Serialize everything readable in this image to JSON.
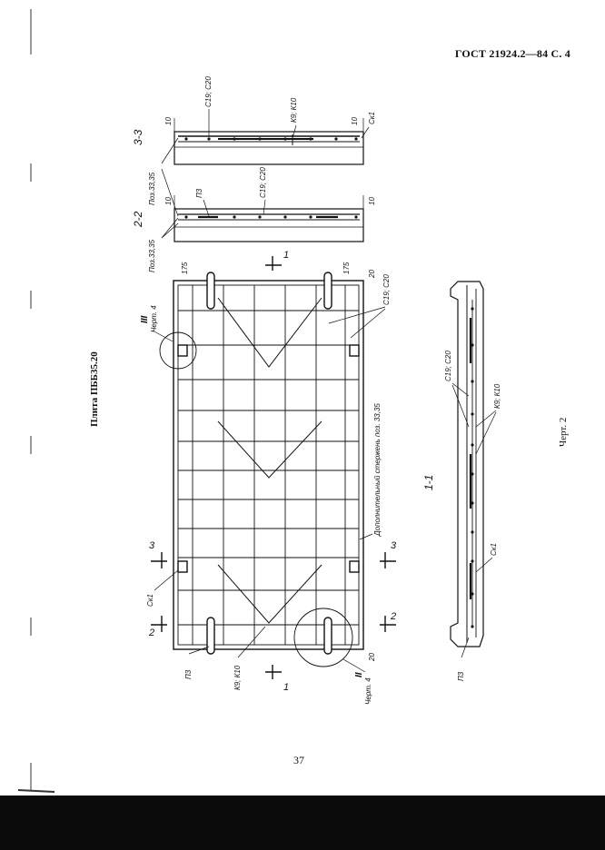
{
  "header": {
    "standard": "ГОСТ 21924.2—84 С. 4"
  },
  "plate_title": "Плита ПББ35.20",
  "figure_caption": "Черт. 2",
  "page_number": "37",
  "drawing": {
    "section_labels": [
      "3-3",
      "2-2",
      "1-1"
    ],
    "section_marks": [
      "1",
      "1",
      "2",
      "2",
      "3",
      "3"
    ],
    "detail_marks": [
      {
        "number": "III",
        "ref": "Черт. 4"
      },
      {
        "number": "II",
        "ref": "Черт. 4"
      }
    ],
    "rebar_labels": {
      "c19c20": "С19; С20",
      "k9k10": "К9; К10",
      "ck1": "Ск1",
      "p3": "П3",
      "poz3335": "Поз.33,35",
      "additional_bar": "Дополнительный стержень поз. 33,35"
    },
    "dimensions": {
      "d10": "10",
      "d175": "175",
      "d20": "20"
    }
  }
}
